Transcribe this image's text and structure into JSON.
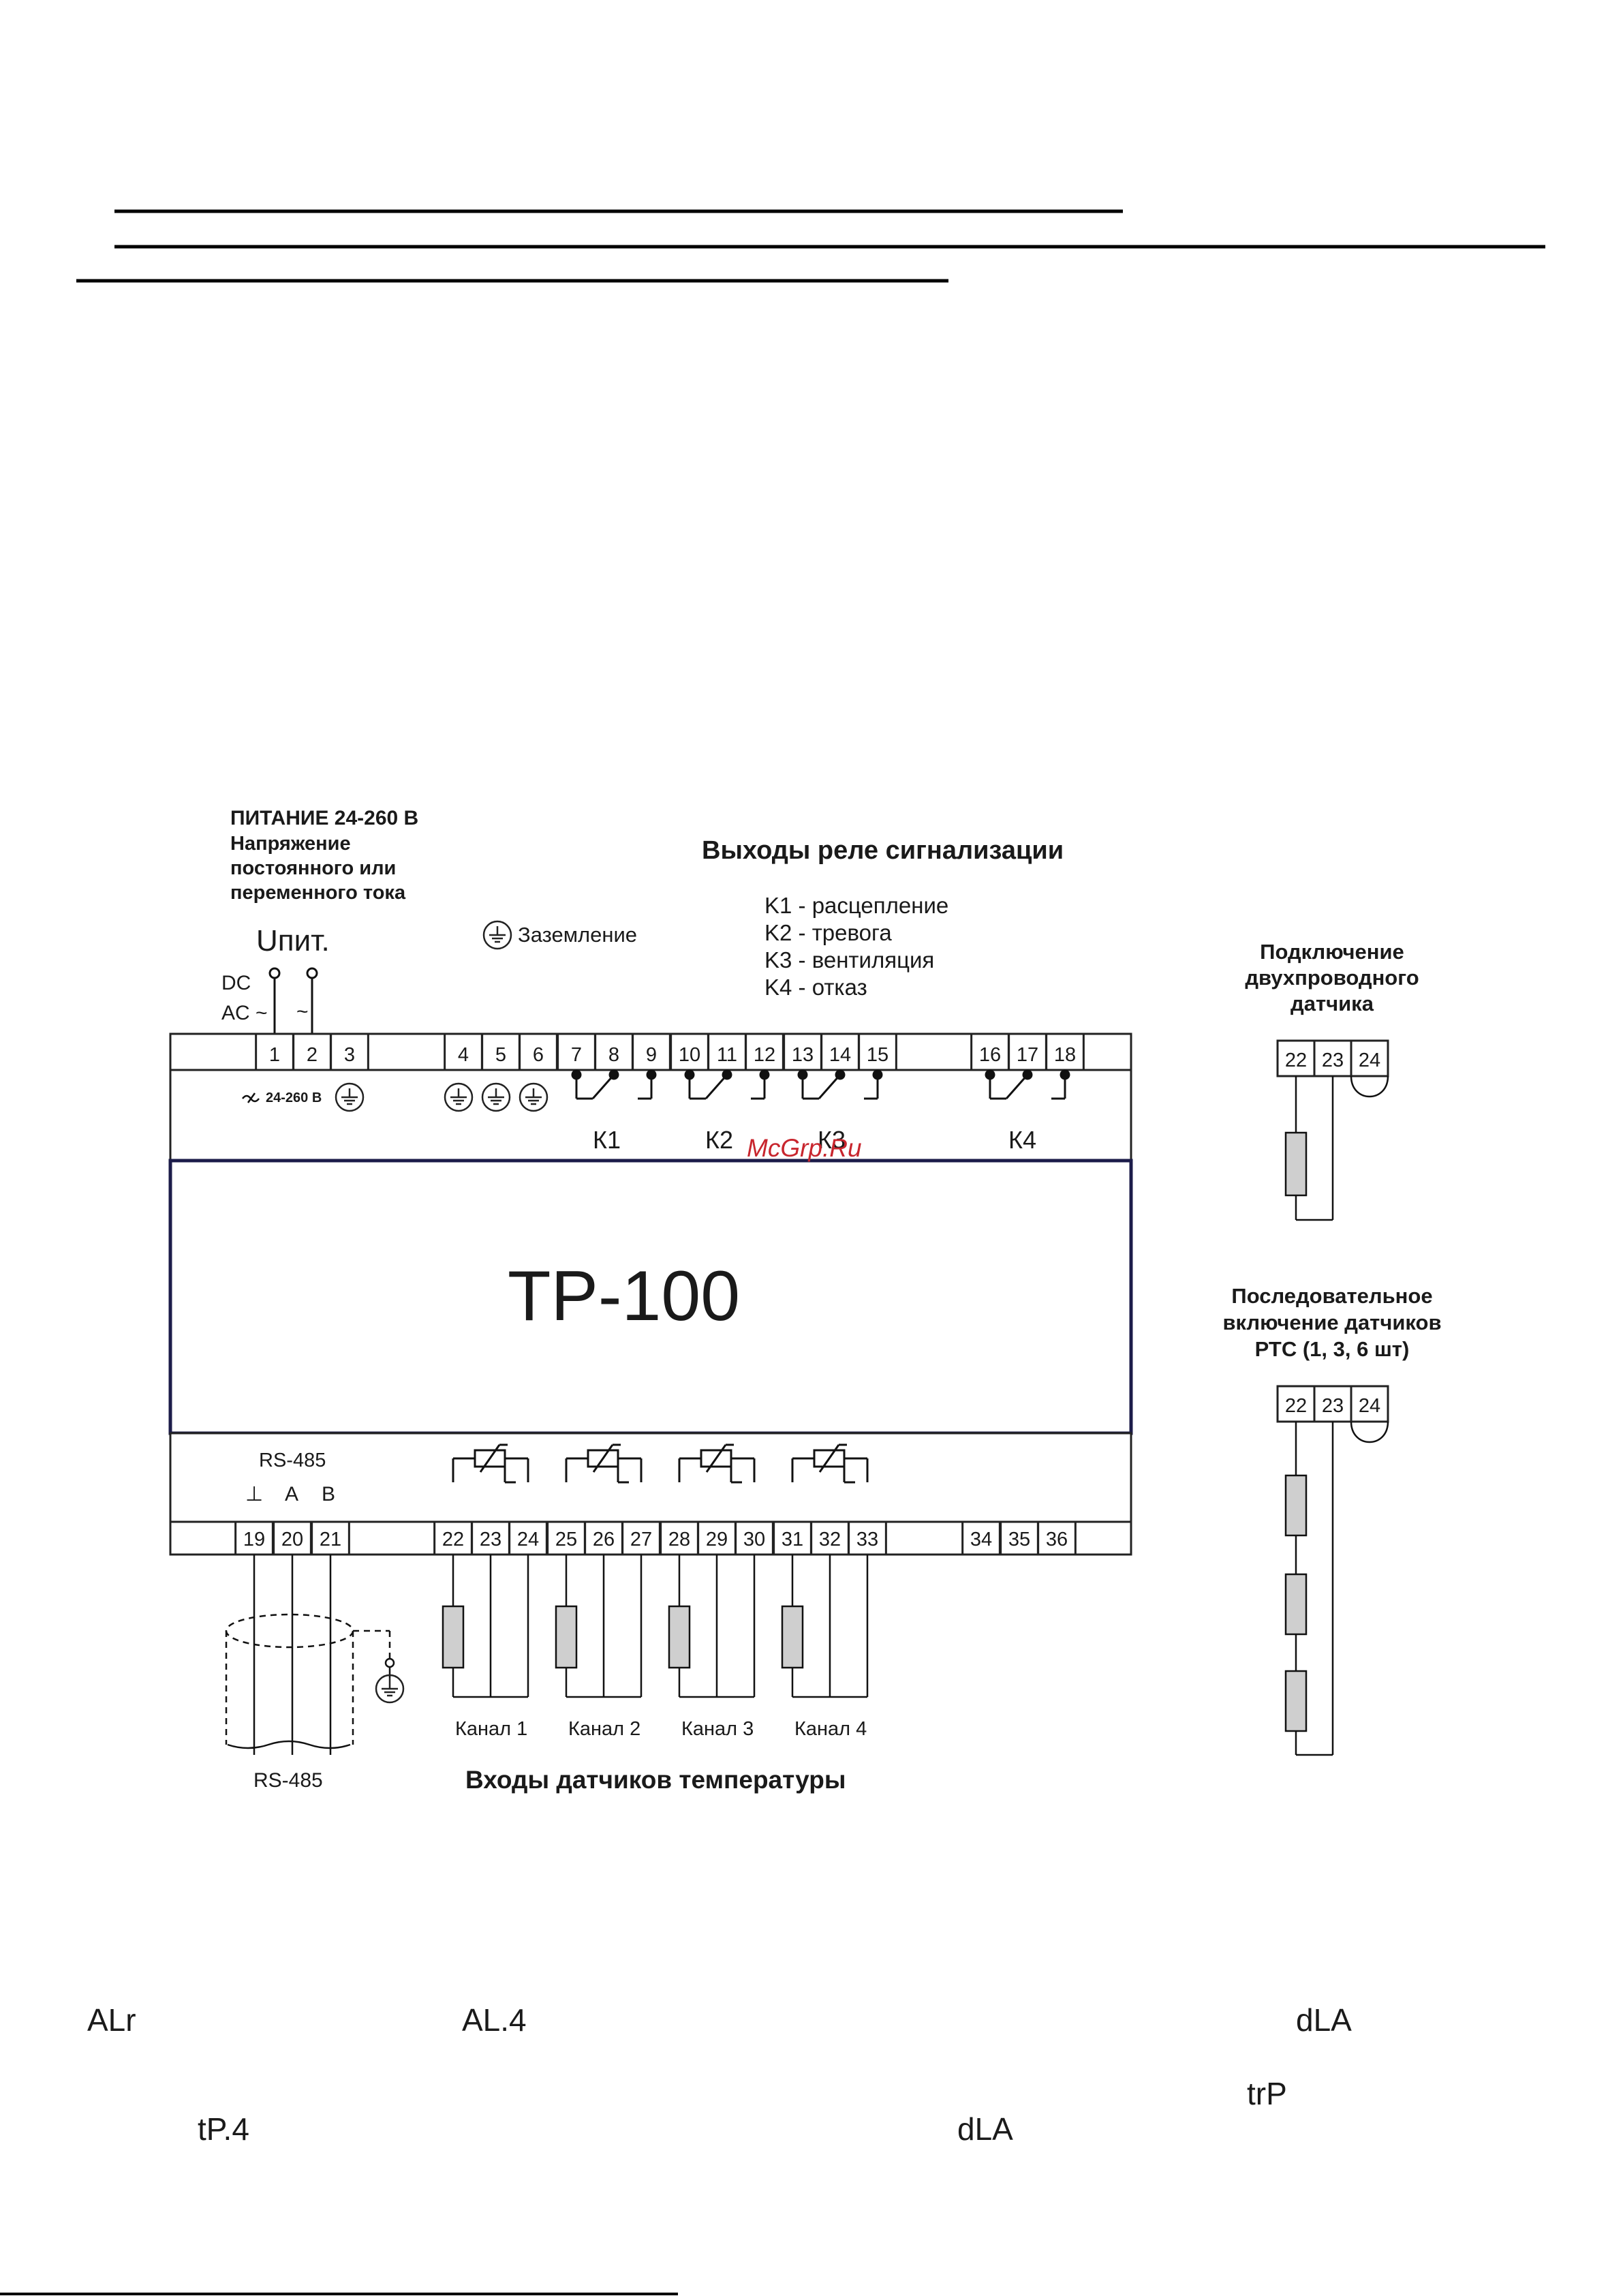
{
  "power": {
    "title": "ПИТАНИЕ 24-260 В",
    "desc_line1": "Напряжение",
    "desc_line2": "постоянного или",
    "desc_line3": "переменного тока",
    "symbol": "Uпит.",
    "dc_label": "DC",
    "ac_label": "AC ~",
    "tilde": "~",
    "range_label": "24-260 В"
  },
  "ground_legend": "Заземление",
  "relay_outputs": {
    "title": "Выходы реле сигнализации",
    "legend": [
      "K1 - расцепление",
      "K2 - тревога",
      "K3 - вентиляция",
      "K4 - отказ"
    ],
    "names": [
      "К1",
      "К2",
      "К3",
      "К4"
    ]
  },
  "device_name": "ТР-100",
  "watermark": "McGrp.Ru",
  "rs485": {
    "top_label": "RS-485",
    "pins": [
      "⊥",
      "A",
      "B"
    ],
    "cable_label": "RS-485"
  },
  "terminals_top": [
    "1",
    "2",
    "3",
    "4",
    "5",
    "6",
    "7",
    "8",
    "9",
    "10",
    "11",
    "12",
    "13",
    "14",
    "15",
    "16",
    "17",
    "18"
  ],
  "terminals_bottom": [
    "19",
    "20",
    "21",
    "22",
    "23",
    "24",
    "25",
    "26",
    "27",
    "28",
    "29",
    "30",
    "31",
    "32",
    "33",
    "34",
    "35",
    "36"
  ],
  "channels": [
    "Канал 1",
    "Канал 2",
    "Канал 3",
    "Канал 4"
  ],
  "sensor_inputs_title": "Входы датчиков температуры",
  "two_wire": {
    "title_line1": "Подключение",
    "title_line2": "двухпроводного",
    "title_line3": "датчика",
    "terminals": [
      "22",
      "23",
      "24"
    ]
  },
  "series_ptc": {
    "title_line1": "Последовательное",
    "title_line2": "включение датчиков",
    "title_line3": "РТС (1, 3, 6 шт)",
    "terminals": [
      "22",
      "23",
      "24"
    ]
  },
  "display_codes": [
    "ALr",
    "AL.4",
    "dLA",
    "trP",
    "tP.4",
    "dLA"
  ]
}
